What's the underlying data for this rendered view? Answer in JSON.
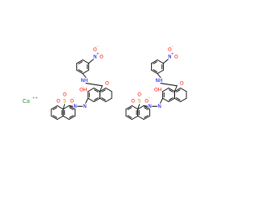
{
  "structure": {
    "calcium_label": "Ca",
    "calcium_charge": "++",
    "colors": {
      "bond": "#000000",
      "oxygen": "#ff0000",
      "nitrogen": "#0000ff",
      "sulfur": "#b8a000",
      "calcium": "#2d8c2d"
    },
    "units": [
      {
        "o_minus_top": "O",
        "minus_sign": "-",
        "n_plus": "N",
        "plus_sign": "+",
        "o_eq_top": "O",
        "nh": "NH",
        "o_carbonyl": "O",
        "o_hydroxyl": "OH",
        "o_sulfonyl_top": "O",
        "s": "S",
        "o_sulfonyl_side": "O",
        "o_minus_s": "O",
        "s_minus": "-",
        "o_sulfonyl_low": "O",
        "n_azo1": "N",
        "n_azo2": "N"
      },
      {
        "o_minus_top": "O",
        "minus_sign": "-",
        "n_plus": "N",
        "plus_sign": "+",
        "o_eq_top": "O",
        "nh": "NH",
        "o_carbonyl": "O",
        "o_hydroxyl": "OH",
        "o_sulfonyl_top": "O",
        "s": "S",
        "o_sulfonyl_side": "O",
        "o_minus_s": "O",
        "s_minus": "-",
        "o_sulfonyl_low": "O",
        "n_azo1": "N",
        "n_azo2": "N"
      }
    ]
  }
}
